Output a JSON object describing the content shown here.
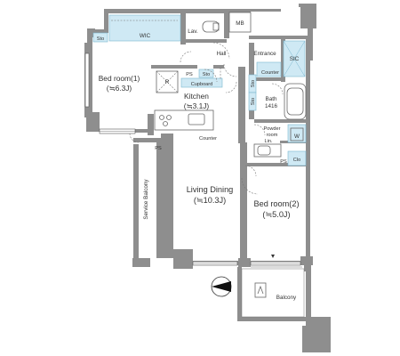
{
  "rooms": {
    "bedroom1_name": "Bed room(1)",
    "bedroom1_size": "(≒6.3J)",
    "kitchen_name": "Kitchen",
    "kitchen_size": "(≒3.1J)",
    "living_name": "Living Dining",
    "living_size": "(≒10.3J)",
    "bedroom2_name": "Bed room(2)",
    "bedroom2_size": "(≒5.0J)",
    "bath_name": "Bath",
    "bath_size": "1416",
    "powder_line1": "Powder",
    "powder_line2": "room",
    "balcony": "Balcony",
    "service_balcony": "Service Balcony",
    "hall": "Hall",
    "entrance": "Entrance",
    "lav": "Lav."
  },
  "fixtures": {
    "wic": "WIC",
    "sic": "SIC",
    "mb": "MB",
    "sto": "Sto",
    "ps": "PS",
    "cupboard": "Cupboard",
    "counter": "Counter",
    "r": "R",
    "w": "W",
    "clo": "Clo",
    "lin": "Lin."
  },
  "colors": {
    "wall": "#8e8e8e",
    "storage": "#cfe9f4",
    "storage_border": "#7ab7cf"
  },
  "icons": {
    "compass": "north-arrow-icon",
    "air_conditioner": "ac-unit-icon"
  }
}
